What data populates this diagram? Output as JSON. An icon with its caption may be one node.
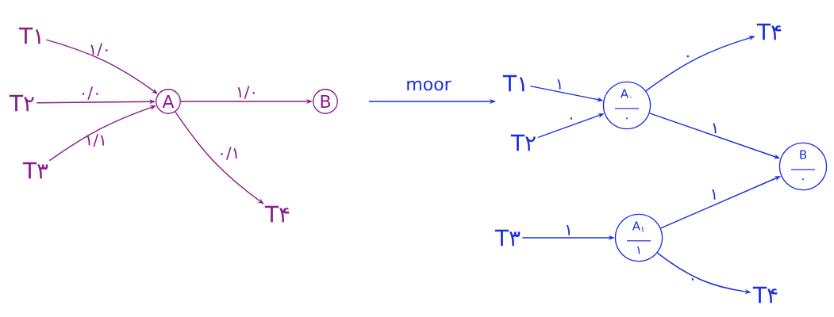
{
  "diagram": {
    "nodes": [
      {
        "text": [
          "T۱"
        ]
      },
      {
        "text": [
          "T۲"
        ]
      },
      {
        "text": [
          "T۳"
        ]
      },
      {
        "text": [
          "A"
        ]
      },
      {
        "text": [
          "B"
        ]
      },
      {
        "text": [
          "T۴"
        ]
      },
      {
        "text": [
          "T۱"
        ]
      },
      {
        "text": [
          "T۲"
        ]
      },
      {
        "text": [
          "A$_{۰}$",
          "۰"
        ]
      },
      {
        "text": [
          "T۴"
        ]
      },
      {
        "text": [
          "B",
          "۰"
        ]
      },
      {
        "text": [
          "T۳"
        ]
      },
      {
        "text": [
          "A$_{۱}$",
          "۱"
        ]
      },
      {
        "text": [
          "T۴"
        ]
      }
    ],
    "edges": [
      {
        "from": 0,
        "to": 3,
        "arrow": "to",
        "label": "۱/۰",
        "color": "#8a1c8a"
      },
      {
        "from": 1,
        "to": 3,
        "arrow": "to",
        "label": "۰/۰",
        "color": "#8a1c8a"
      },
      {
        "from": 2,
        "to": 3,
        "arrow": "to",
        "label": "۱/۱",
        "color": "#8a1c8a"
      },
      {
        "from": 3,
        "to": 4,
        "arrow": "to",
        "label": "۱/۰",
        "color": "#8a1c8a"
      },
      {
        "from": 3,
        "to": 5,
        "arrow": "to",
        "label": "۰/۱",
        "color": "#8a1c8a"
      },
      {
        "from": 6,
        "to": 8,
        "arrow": "to",
        "label": "۱"
      },
      {
        "from": 7,
        "to": 8,
        "arrow": "to",
        "label": "۰"
      },
      {
        "from": 8,
        "to": 9,
        "arrow": "to",
        "label": "۰"
      },
      {
        "from": 8,
        "to": 10,
        "arrow": "to",
        "label": "۱"
      },
      {
        "from": 11,
        "to": 12,
        "arrow": "to",
        "label": "۱"
      },
      {
        "from": 12,
        "to": 10,
        "arrow": "to",
        "label": "۱"
      },
      {
        "from": 12,
        "to": 13,
        "arrow": "to",
        "label": "۰"
      }
    ],
    "labels": [
      "moor"
    ]
  }
}
